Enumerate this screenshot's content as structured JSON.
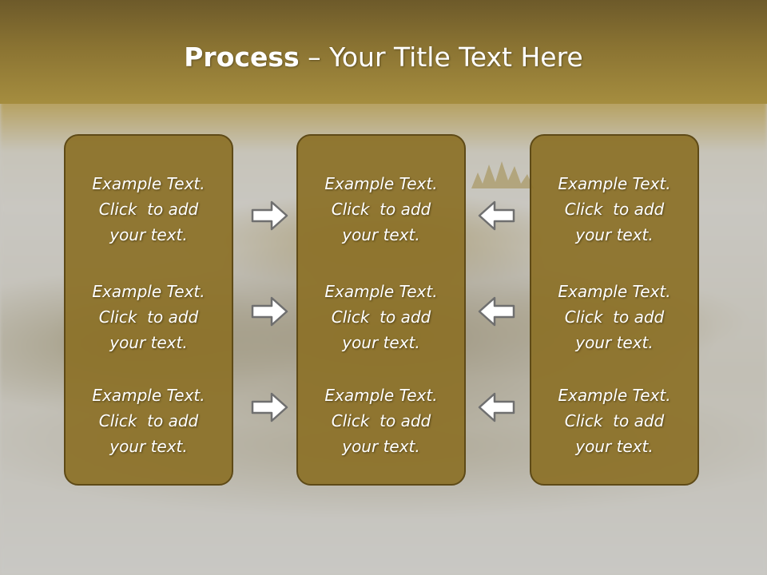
{
  "slide": {
    "title_bold": "Process",
    "title_rest": " – Your Title Text Here",
    "columns": [
      {
        "items": [
          {
            "line1": "Example Text.",
            "line2": "Click  to add",
            "line3": "your text."
          },
          {
            "line1": "Example Text.",
            "line2": "Click  to add",
            "line3": "your text."
          },
          {
            "line1": "Example Text.",
            "line2": "Click  to add",
            "line3": "your text."
          }
        ]
      },
      {
        "items": [
          {
            "line1": "Example Text.",
            "line2": "Click  to add",
            "line3": "your text."
          },
          {
            "line1": "Example Text.",
            "line2": "Click  to add",
            "line3": "your text."
          },
          {
            "line1": "Example Text.",
            "line2": "Click  to add",
            "line3": "your text."
          }
        ]
      },
      {
        "items": [
          {
            "line1": "Example Text.",
            "line2": "Click  to add",
            "line3": "your text."
          },
          {
            "line1": "Example Text.",
            "line2": "Click  to add",
            "line3": "your text."
          },
          {
            "line1": "Example Text.",
            "line2": "Click  to add",
            "line3": "your text."
          }
        ]
      }
    ],
    "arrows": {
      "left_group_icon": "arrow-right-icon",
      "right_group_icon": "arrow-left-icon"
    },
    "colors": {
      "title_band": "#8a7332",
      "panel_fill": "#8c7128",
      "panel_border": "#5e4a17",
      "text": "#ffffff",
      "arrow_fill": "#ffffff",
      "arrow_stroke": "#6f6f6f"
    }
  }
}
